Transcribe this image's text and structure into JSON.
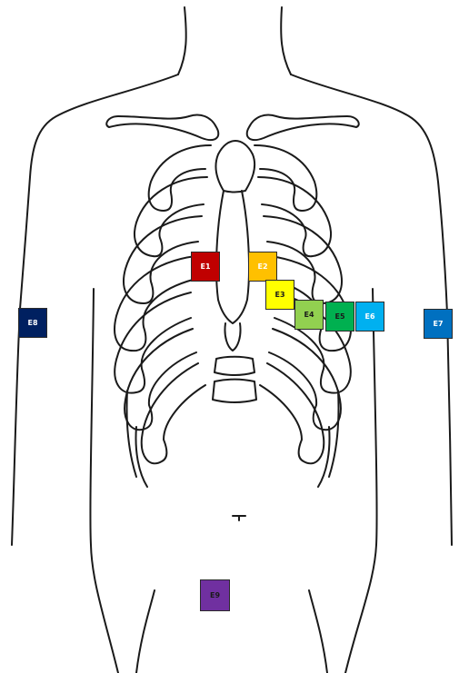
{
  "electrodes": [
    {
      "id": "e1",
      "label": "E1",
      "color": "#c00000",
      "text_color": "#ffffff"
    },
    {
      "id": "e2",
      "label": "E2",
      "color": "#ffc000",
      "text_color": "#ffffff"
    },
    {
      "id": "e3",
      "label": "E3",
      "color": "#ffff00",
      "text_color": "#1a1a1a"
    },
    {
      "id": "e4",
      "label": "E4",
      "color": "#92d050",
      "text_color": "#1a1a1a"
    },
    {
      "id": "e5",
      "label": "E5",
      "color": "#00b050",
      "text_color": "#1a1a1a"
    },
    {
      "id": "e6",
      "label": "E6",
      "color": "#00b0f0",
      "text_color": "#ffffff"
    },
    {
      "id": "e7",
      "label": "E7",
      "color": "#0070c0",
      "text_color": "#ffffff"
    },
    {
      "id": "e8",
      "label": "E8",
      "color": "#002060",
      "text_color": "#ffffff"
    },
    {
      "id": "e9",
      "label": "E9",
      "color": "#7030a0",
      "text_color": "#1a1a1a"
    }
  ]
}
